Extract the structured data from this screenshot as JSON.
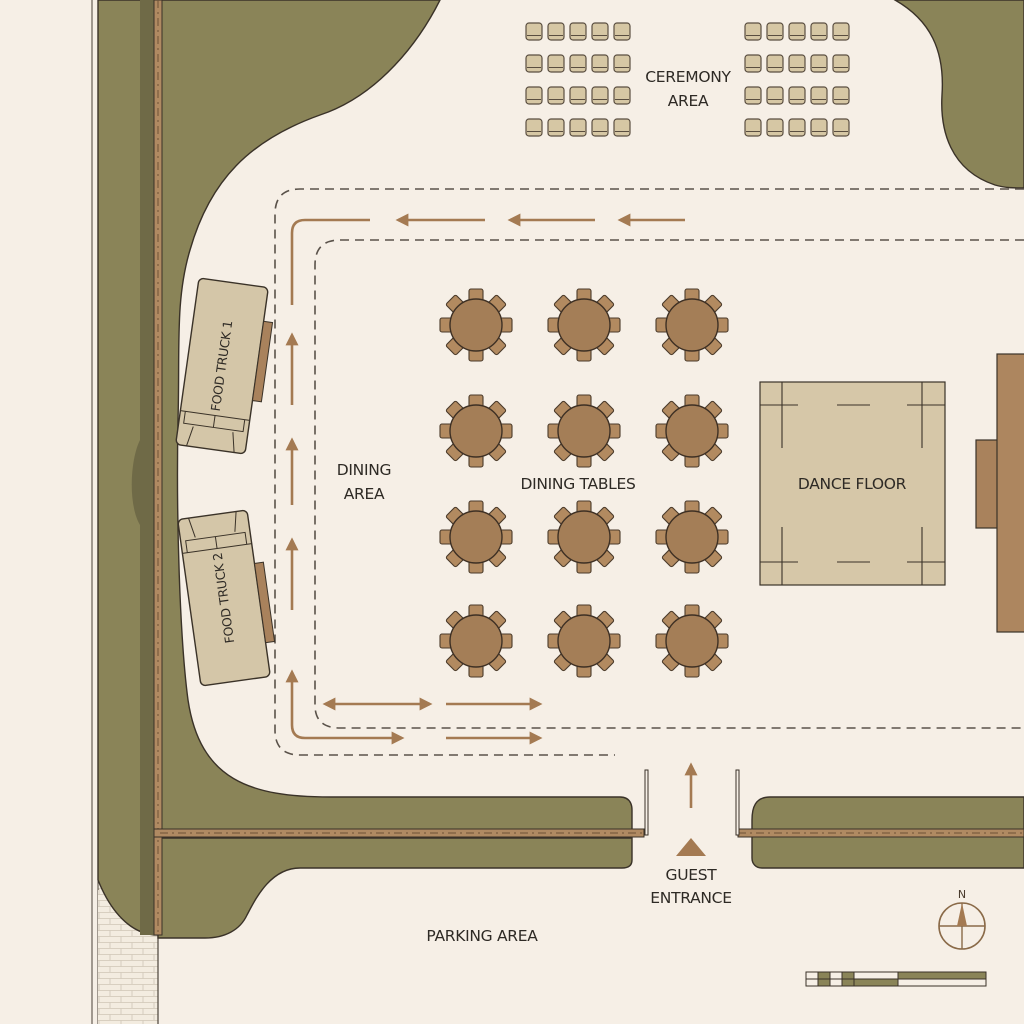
{
  "map": {
    "title": "Event Site Layout",
    "colors": {
      "background": "#f6efe6",
      "grass": "#8a8458",
      "grass_dark": "#6f6a47",
      "outline": "#3a3228",
      "wood": "#a9825c",
      "wood_light": "#d4c6a8",
      "table": "#a47e57",
      "arrow": "#a47a52",
      "dashed": "#5a524a",
      "brick": "#f3ece0"
    }
  },
  "labels": {
    "ceremony_line1": "CEREMONY",
    "ceremony_line2": "AREA",
    "dining_area_line1": "DINING",
    "dining_area_line2": "AREA",
    "dining_tables": "DINING TABLES",
    "dance_floor": "DANCE FLOOR",
    "food_truck_1": "FOOD TRUCK 1",
    "food_truck_2": "FOOD TRUCK 2",
    "guest_entrance_line1": "GUEST",
    "guest_entrance_line2": "ENTRANCE",
    "parking_area": "PARKING AREA",
    "north": "N"
  },
  "ceremony": {
    "left_block": {
      "rows": 4,
      "cols": 5
    },
    "right_block": {
      "rows": 4,
      "cols": 5
    }
  },
  "dining": {
    "tables": {
      "rows": 4,
      "cols": 3,
      "chairs_per_table": 8
    }
  },
  "scale_bar": {
    "segments": 6
  }
}
